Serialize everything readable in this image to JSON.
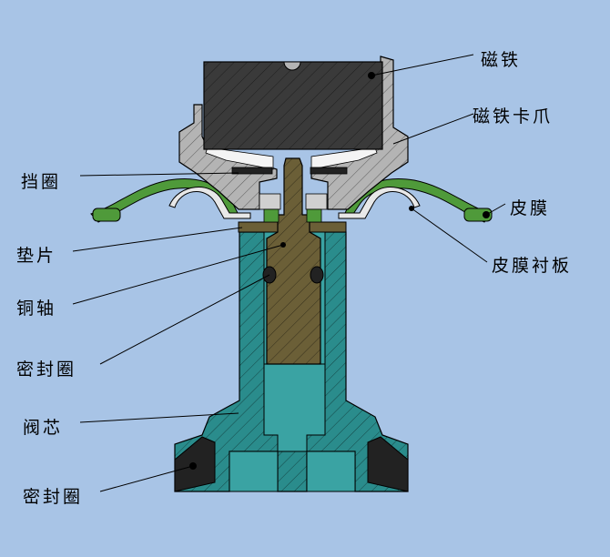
{
  "labels": {
    "magnet": "磁铁",
    "magnet_clip": "磁铁卡爪",
    "retaining_ring": "挡圈",
    "diaphragm": "皮膜",
    "gasket": "垫片",
    "diaphragm_liner": "皮膜衬板",
    "copper_shaft": "铜轴",
    "seal_ring_upper": "密封圈",
    "valve_core": "阀芯",
    "seal_ring_lower": "密封圈"
  },
  "colors": {
    "background": "#a8c4e6",
    "magnet": "#3a3a3a",
    "clip": "#b4b4b4",
    "diaphragm": "#4f9a3a",
    "valve_core": "#2a8c8c",
    "copper_shaft": "#6b5f37",
    "seal": "#222222"
  }
}
